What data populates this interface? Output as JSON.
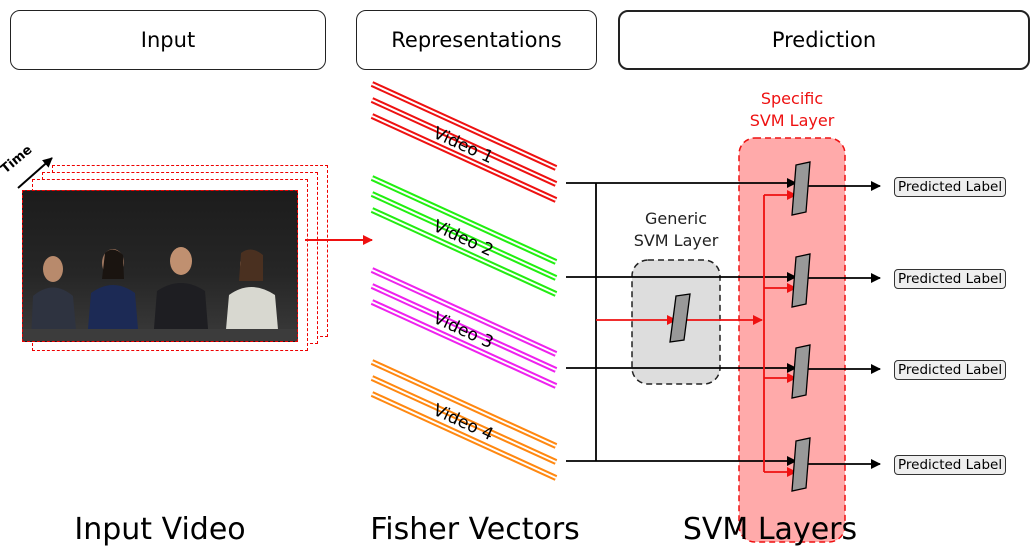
{
  "headers": {
    "input": "Input",
    "representations": "Representations",
    "prediction": "Prediction"
  },
  "captions": {
    "input": "Input Video",
    "representations": "Fisher Vectors",
    "prediction": "SVM Layers"
  },
  "time_label": "Time",
  "videos": [
    {
      "label": "Video 1",
      "color": "#ee1111"
    },
    {
      "label": "Video 2",
      "color": "#22ee11"
    },
    {
      "label": "Video 3",
      "color": "#ee22ee"
    },
    {
      "label": "Video 4",
      "color": "#ff8811"
    }
  ],
  "generic_layer": {
    "line1": "Generic",
    "line2": "SVM Layer"
  },
  "specific_layer": {
    "line1": "Specific",
    "line2": "SVM Layer"
  },
  "predicted_labels": [
    "Predicted Label",
    "Predicted Label",
    "Predicted Label",
    "Predicted Label"
  ],
  "colors": {
    "arrow_red": "#ee1111",
    "specific_fill": "#ffaaaa",
    "generic_fill": "#dddddd",
    "svm_box": "#999999"
  }
}
